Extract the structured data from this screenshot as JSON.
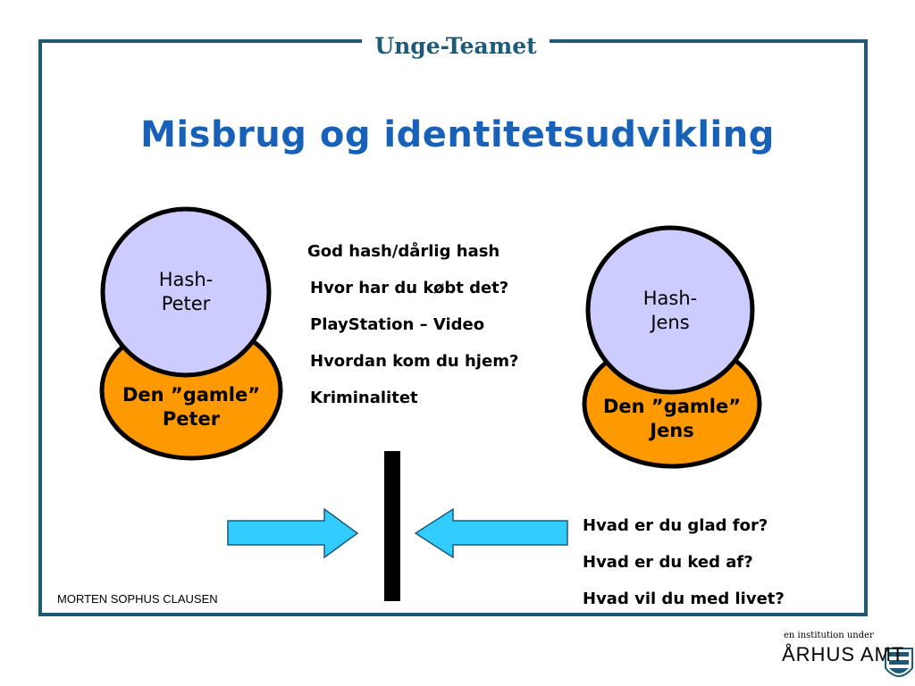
{
  "header": {
    "title": "Unge-Teamet"
  },
  "slide": {
    "title": "Misbrug og identitetsudvikling"
  },
  "left_figure": {
    "top_circle": {
      "line1": "Hash-",
      "line2": "Peter"
    },
    "bottom_circle": {
      "line1": "Den ”gamle”",
      "line2": "Peter"
    }
  },
  "right_figure": {
    "top_circle": {
      "line1": "Hash-",
      "line2": "Jens"
    },
    "bottom_circle": {
      "line1": "Den ”gamle”",
      "line2": "Jens"
    }
  },
  "hash_topics": [
    "God hash/dårlig hash",
    "Hvor har du købt det?",
    "PlayStation – Video",
    "Hvordan kom du hjem?",
    "Kriminalitet"
  ],
  "life_questions": [
    "Hvad er du glad for?",
    "Hvad er du ked af?",
    "Hvad vil du med livet?"
  ],
  "footer": {
    "author": "MORTEN SOPHUS CLAUSEN",
    "logo_caption": "en institution under",
    "logo_name": "ÅRHUS AMT"
  },
  "colors": {
    "frame": "#1c5a78",
    "title": "#1762b8",
    "top_circle_fill": "#ccccff",
    "bottom_circle_fill": "#ff9900",
    "arrow_fill": "#33ccff"
  }
}
